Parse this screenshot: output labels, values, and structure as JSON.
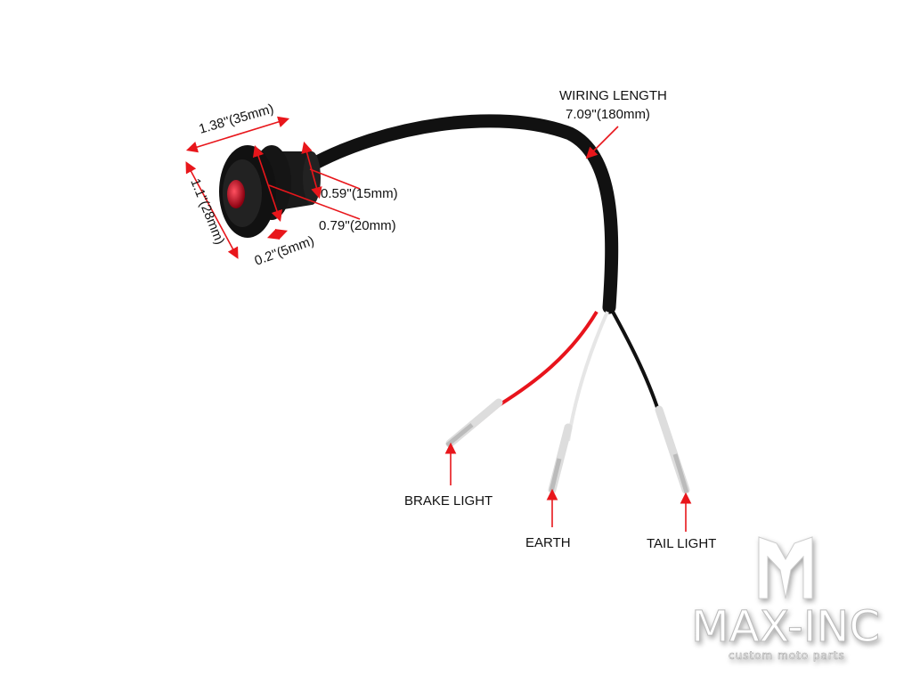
{
  "dimensions": {
    "face_width": "1.38''(35mm)",
    "face_height": "1.1''(28mm)",
    "rear_diameter": "0.59''(15mm)",
    "mount_diameter": "0.79''(20mm)",
    "bezel_depth": "0.2''(5mm)"
  },
  "wiring": {
    "title": "WIRING LENGTH",
    "value": "7.09''(180mm)"
  },
  "wires": {
    "brake": "BRAKE LIGHT",
    "earth": "EARTH",
    "tail": "TAIL LIGHT"
  },
  "logo": {
    "brand": "MAX-INC",
    "tagline": "custom moto parts"
  },
  "colors": {
    "arrow": "#e8161b",
    "cable": "#111111",
    "lens": "#c0101a"
  }
}
